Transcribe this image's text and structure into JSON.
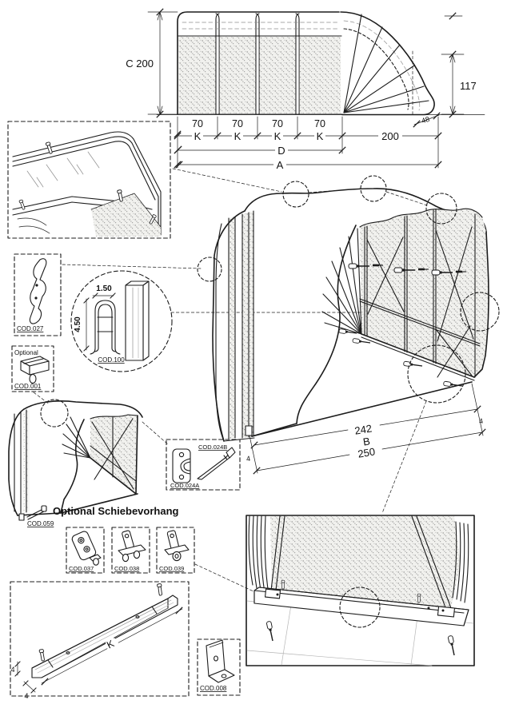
{
  "top_view": {
    "height": "C 200",
    "fold_height": "117",
    "fold_width": "48",
    "panel_widths": [
      "70",
      "70",
      "70",
      "70"
    ],
    "panel_ks": [
      "K",
      "K",
      "K",
      "K"
    ],
    "fan_width": "200",
    "total_folded": "D",
    "total": "A"
  },
  "profile_detail": {
    "code": "COD.100",
    "width": "1.50",
    "height": "4.50"
  },
  "bracket_detail": {
    "code": "COD.027"
  },
  "clamp_detail": {
    "label": "Optional",
    "code": "COD.001"
  },
  "fastener_detail": {
    "pin_code": "COD.024B",
    "plate_code": "COD.024A"
  },
  "base_dims": {
    "inner": "242",
    "letter": "B",
    "outer": "250",
    "offset_left": "4",
    "offset_right": "4"
  },
  "curtain_option": {
    "title": "Optional Schiebevorhang",
    "code": "COD.059",
    "part_codes": [
      "COD.037",
      "COD.038",
      "COD.039"
    ]
  },
  "rail_detail": {
    "height": "4",
    "width": "4",
    "length": "K"
  },
  "corner_bracket_detail": {
    "code": "COD.008"
  }
}
